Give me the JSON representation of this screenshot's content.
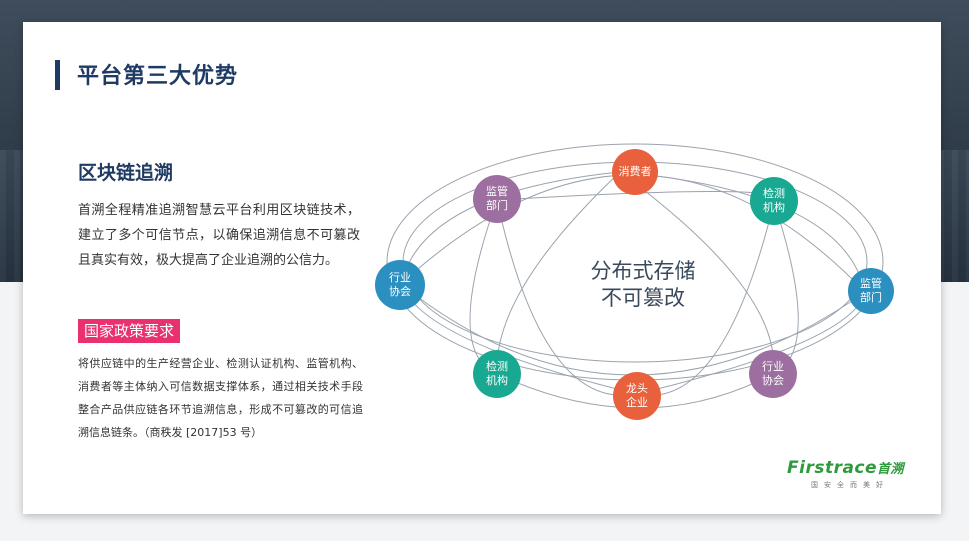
{
  "slide": {
    "title": "平台第三大优势",
    "section_title": "区块链追溯",
    "section_text": "首溯全程精准追溯智慧云平台利用区块链技术，建立了多个可信节点，以确保追溯信息不可篡改且真实有效，极大提高了企业追溯的公信力。",
    "policy_tag": "国家政策要求",
    "policy_text": "将供应链中的生产经营企业、检测认证机构、监管机构、消费者等主体纳入可信数据支撑体系，通过相关技术手段整合产品供应链各环节追溯信息，形成不可篡改的可信追溯信息链条。（商秩发 [2017]53 号）"
  },
  "diagram": {
    "center_line1": "分布式存储",
    "center_line2": "不可篡改",
    "nodes": [
      {
        "label": "消费者",
        "color": "#e8603c"
      },
      {
        "label": "监管\n部门",
        "color": "#9c6fa0"
      },
      {
        "label": "检测\n机构",
        "color": "#19a891"
      },
      {
        "label": "行业\n协会",
        "color": "#2b8fc0"
      },
      {
        "label": "监管\n部门",
        "color": "#2b8fc0"
      },
      {
        "label": "检测\n机构",
        "color": "#19a891"
      },
      {
        "label": "行业\n协会",
        "color": "#9c6fa0"
      },
      {
        "label": "龙头\n企业",
        "color": "#e8603c"
      }
    ]
  },
  "logo": {
    "brand": "Firstrace",
    "brand_cn": "首溯",
    "tagline": "国安全而美好"
  }
}
